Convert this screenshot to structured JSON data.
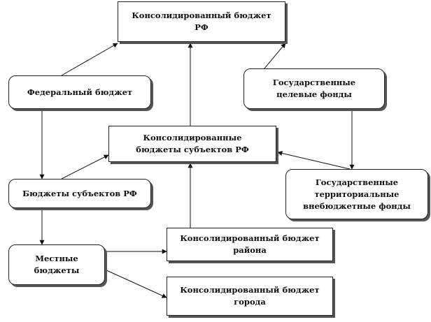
{
  "diagram": {
    "nodes": {
      "consolidated_rf": "Консолидированный бюджет\nРФ",
      "federal": "Федеральный бюджет",
      "state_funds": "Государственные\nцелевые фонды",
      "consolidated_subjects": "Консолидированные\nбюджеты субъектов РФ",
      "subjects": "Бюджеты субъектов РФ",
      "territorial_funds": "Государственные\nтерриториальные\nвнебюджетные фонды",
      "consolidated_district": "Консолидированный бюджет\nрайона",
      "local": "Местные\nбюджеты",
      "consolidated_city": "Консолидированный бюджет\nгорода"
    },
    "edges": [
      {
        "from": "federal",
        "to": "consolidated_rf"
      },
      {
        "from": "state_funds",
        "to": "consolidated_rf"
      },
      {
        "from": "consolidated_subjects",
        "to": "consolidated_rf"
      },
      {
        "from": "federal",
        "to": "subjects"
      },
      {
        "from": "subjects",
        "to": "consolidated_subjects"
      },
      {
        "from": "territorial_funds",
        "to": "consolidated_subjects"
      },
      {
        "from": "state_funds",
        "to": "territorial_funds"
      },
      {
        "from": "subjects",
        "to": "local"
      },
      {
        "from": "consolidated_district",
        "to": "consolidated_subjects"
      },
      {
        "from": "local",
        "to": "consolidated_district"
      },
      {
        "from": "local",
        "to": "consolidated_city"
      }
    ]
  }
}
